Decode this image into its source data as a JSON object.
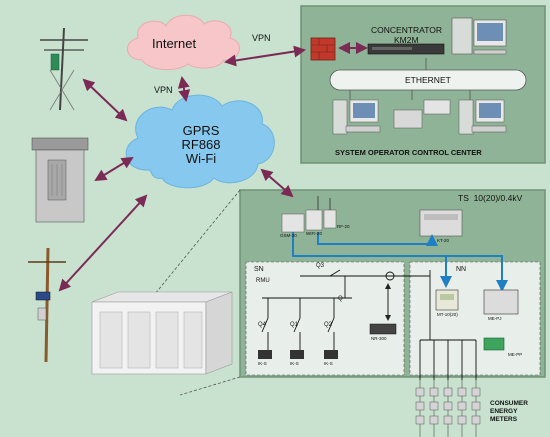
{
  "clouds": {
    "internet": "Internet",
    "wireless_lines": [
      "GPRS",
      "RF868",
      "Wi-Fi"
    ]
  },
  "links": {
    "vpn_top": "VPN",
    "vpn_left": "VPN"
  },
  "control_center": {
    "concentrator_label": "CONCENTRATOR",
    "concentrator_model": "KM2M",
    "ethernet_label": "ETHERNET",
    "title": "SYSTEM OPERATOR CONTROL CENTER"
  },
  "substation": {
    "title": "TS  10(20)/0.4kV",
    "gsm_label": "GSM-20",
    "wifi_label": "WIFI-20",
    "rf_label": "RF-20",
    "kt_label": "KT-20",
    "sn_label": "SN",
    "rmu_label": "RMU",
    "nn_label": "NN",
    "switch_labels": [
      "Q3",
      "Q",
      "Q4",
      "Q1",
      "Q2"
    ],
    "ik_labels": [
      "IK-S",
      "IK-S",
      "IK-S"
    ],
    "mt_label": "MT-10(20)",
    "me_pj_label": "ME-PJ",
    "me_pp_label": "ME-PP",
    "nr_label": "NR-300"
  },
  "consumer_meters": [
    "CONSUMER",
    "ENERGY",
    "METERS"
  ],
  "colors": {
    "background": "#c8e2cf",
    "panel": "#8fb396",
    "panel_border": "#6f9275",
    "internet_cloud": "#f6c6c9",
    "gprs_cloud": "#86c8ee",
    "arrow": "#7a2a55",
    "blue_line": "#1e7fc4"
  }
}
